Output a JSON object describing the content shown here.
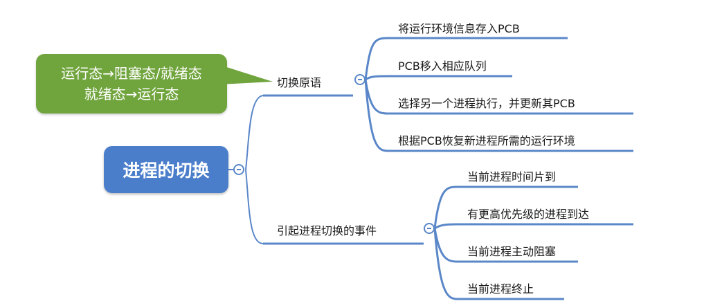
{
  "root": {
    "label": "进程的切换"
  },
  "callout": {
    "lines": [
      "运行态→阻塞态/就绪态",
      "就绪态→运行态"
    ]
  },
  "branches": [
    {
      "label": "切换原语",
      "children": [
        "将运行环境信息存入PCB",
        "PCB移入相应队列",
        "选择另一个进程执行，并更新其PCB",
        "根据PCB恢复新进程所需的运行环境"
      ]
    },
    {
      "label": "引起进程切换的事件",
      "children": [
        "当前进程时间片到",
        "有更高优先级的进程到达",
        "当前进程主动阻塞",
        "当前进程终止"
      ]
    }
  ],
  "colors": {
    "root": "#4a7ecb",
    "callout": "#70a43c",
    "line": "#5a87c8"
  },
  "icons": {
    "collapse": "collapse-minus-icon"
  }
}
